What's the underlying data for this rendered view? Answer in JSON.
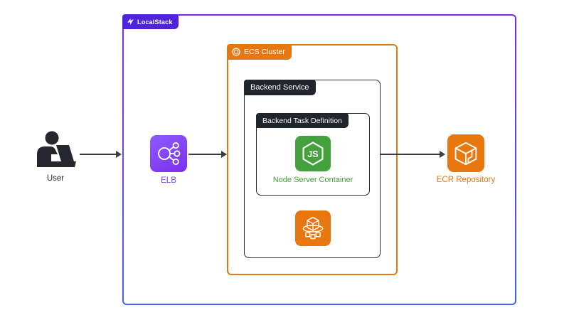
{
  "theme": {
    "border_top": "#7D2AE8",
    "border_bottom": "#4364F7",
    "localstack_purple": "#4F23DC",
    "aws_orange": "#E8770F",
    "dark_label": "#23252D",
    "dark_border": "#2B2E37",
    "node_green": "#45A13E",
    "elb_purple_1": "#8E5BFF",
    "elb_purple_2": "#7B2FEB",
    "elb_label_color": "#8046F0",
    "arrow_color": "#3A3D45",
    "user_color": "#26262E"
  },
  "diagram": {
    "localstack_label": "LocalStack",
    "ecs_cluster_label": "ECS Cluster",
    "backend_service_label": "Backend Service",
    "task_definition_label": "Backend Task Definition",
    "node_container_label": "Node Server Container",
    "user_label": "User",
    "elb_label": "ELB",
    "ecr_label": "ECR Repository",
    "icons": {
      "localstack_logo": "localstack-logo-icon",
      "ecs_cluster": "ecs-cluster-icon",
      "user": "user-at-laptop-icon",
      "elb": "elastic-load-balancer-icon",
      "nodejs": "nodejs-hexagon-icon",
      "ecs_service": "ecs-service-icon",
      "ecr": "ecr-repository-icon"
    }
  }
}
